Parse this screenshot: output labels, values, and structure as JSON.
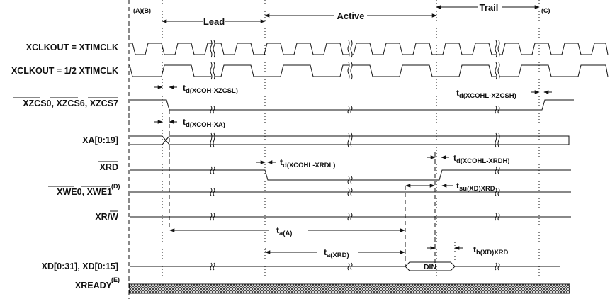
{
  "notes": {
    "ab": "(A)(B)",
    "c": "(C)"
  },
  "phases": {
    "lead": "Lead",
    "active": "Active",
    "trail": "Trail"
  },
  "signals": {
    "xclkout": "XCLKOUT = XTIMCLK",
    "xclkout_half": "XCLKOUT = 1/2 XTIMCLK",
    "xzcs": {
      "a": "XZCS0",
      "sep1": ", ",
      "b": "XZCS6",
      "sep2": ", ",
      "c": "XZCS7"
    },
    "xa": "XA[0:19]",
    "xrd": "XRD",
    "xwe": {
      "a": "XWE0",
      "sep": ", ",
      "b": "XWE1",
      "note": "(D)"
    },
    "xrw": {
      "a": "XR/",
      "b": "W"
    },
    "xd": "XD[0:31], XD[0:15]",
    "xready": {
      "name": "XREADY",
      "note": "(E)"
    }
  },
  "timings": {
    "xzcsl": {
      "main": "t",
      "sub": "d(XCOH-XZCSL)"
    },
    "xzcsh": {
      "main": "t",
      "sub": "d(XCOHL-XZCSH)"
    },
    "xa": {
      "main": "t",
      "sub": "d(XCOH-XA)"
    },
    "xrdl": {
      "main": "t",
      "sub": "d(XCOHL-XRDL)"
    },
    "xrdh": {
      "main": "t",
      "sub": "d(XCOHL-XRDH)"
    },
    "su": {
      "main": "t",
      "sub": "su(XD)XRD"
    },
    "ta": {
      "main": "t",
      "sub": "a(A)"
    },
    "taxrd": {
      "main": "t",
      "sub": "a(XRD)"
    },
    "h": {
      "main": "t",
      "sub": "h(XD)XRD"
    }
  },
  "data_label": "DIN"
}
